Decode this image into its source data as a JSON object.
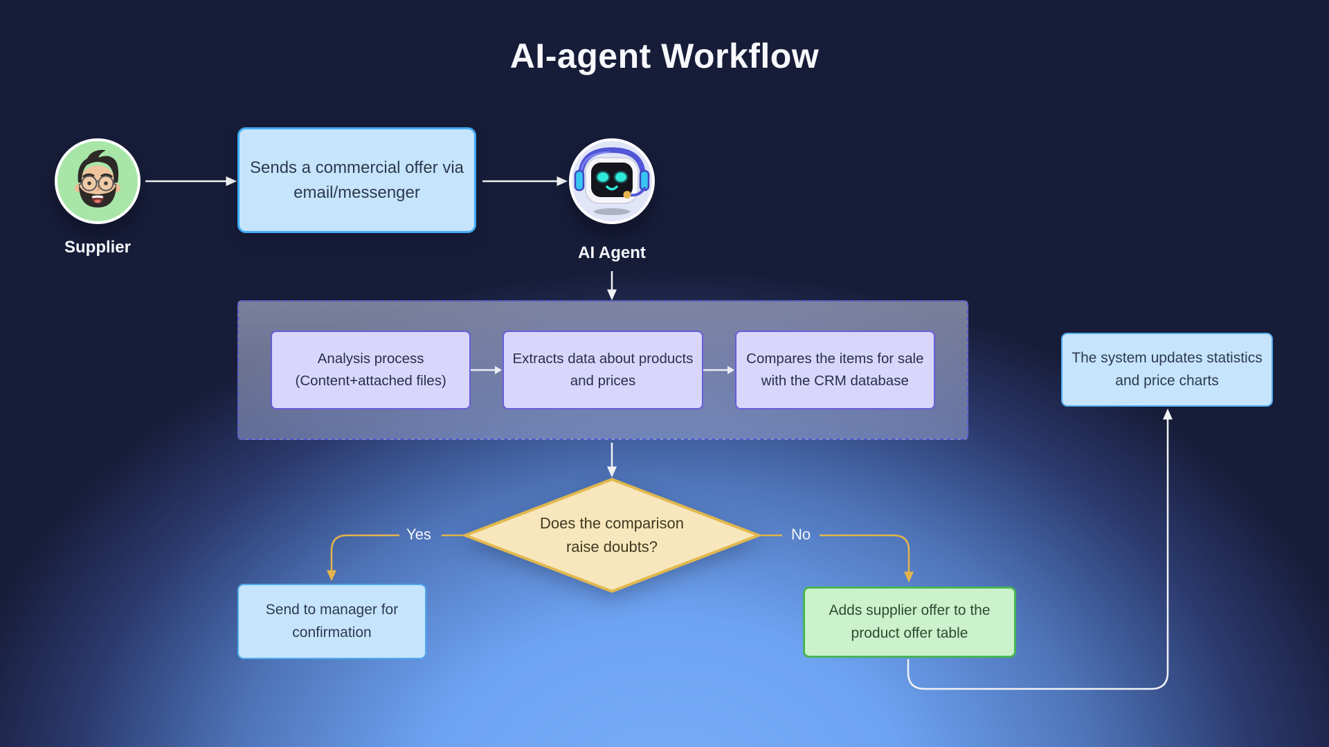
{
  "title": "AI-agent Workflow",
  "actors": {
    "supplier": {
      "label": "Supplier",
      "icon": "bearded-man-avatar"
    },
    "ai_agent": {
      "label": "AI Agent",
      "icon": "robot-headset-avatar"
    }
  },
  "nodes": {
    "offer": {
      "lines": [
        "Sends a commercial offer via",
        "email/messenger"
      ]
    },
    "analysis": {
      "lines": [
        "Analysis process",
        "(Content+attached files)"
      ]
    },
    "extract": {
      "lines": [
        "Extracts data about products",
        "and prices"
      ]
    },
    "compare": {
      "lines": [
        "Compares the items for sale",
        "with the CRM database"
      ]
    },
    "decision": {
      "lines": [
        "Does the comparison",
        "raise doubts?"
      ]
    },
    "manager": {
      "lines": [
        "Send to manager for",
        "confirmation"
      ]
    },
    "add_offer": {
      "lines": [
        "Adds supplier offer to the",
        "product offer table"
      ]
    },
    "stats": {
      "lines": [
        "The system updates statistics",
        "and price charts"
      ]
    }
  },
  "edges": {
    "yes_label": "Yes",
    "no_label": "No"
  },
  "colors": {
    "background_top": "#171c38",
    "background_glow": "#79adf9",
    "blue_box_fill": "#c6e4fb",
    "blue_box_border": "#3fa9f5",
    "purple_box_fill": "#d9d6fb",
    "purple_box_border": "#675cd8",
    "group_dashed_border": "#565cd6",
    "diamond_fill": "#f8e7bc",
    "diamond_border": "#e2b84e",
    "green_box_fill": "#cbf2ca",
    "green_box_border": "#49b554",
    "yes_no_line": "#e4b44a",
    "white_line": "#f2f3f5",
    "supplier_circle": "#a8e6a8",
    "agent_circle": "#e1e5f8"
  }
}
